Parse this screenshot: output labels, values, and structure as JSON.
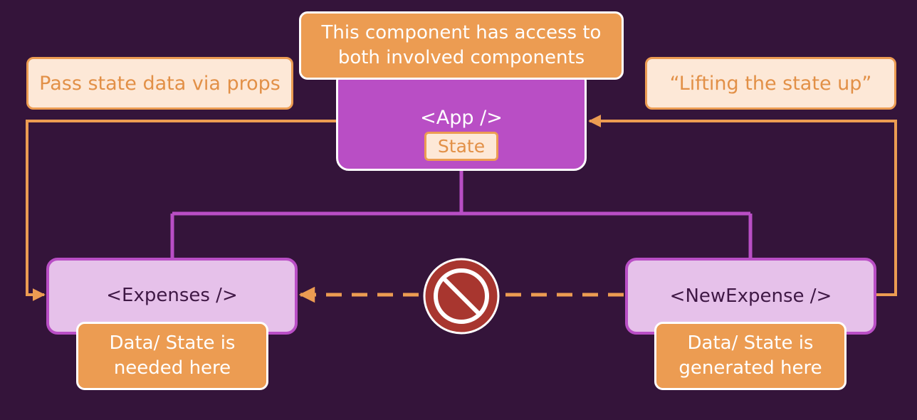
{
  "nodes": {
    "app_label": "<App />",
    "app_state": "State",
    "expenses_label": "<Expenses />",
    "new_expense_label": "<NewExpense />"
  },
  "notes": {
    "pass_props": "Pass state data via props",
    "lifting": "“Lifting the state up”"
  },
  "callouts": {
    "app_access_line1": "This component has access to",
    "app_access_line2": "both involved components",
    "expenses_line1": "Data/ State is",
    "expenses_line2": "needed here",
    "new_expense_line1": "Data/ State is",
    "new_expense_line2": "generated here"
  },
  "icons": {
    "blocked": "prohibited-icon"
  },
  "colors": {
    "background": "#34143a",
    "orange": "#ec9c52",
    "purple": "#b94ec5",
    "light_purple": "#e6c1ea",
    "light_orange": "#fde8d7",
    "prohibited_red": "#a8362f"
  }
}
